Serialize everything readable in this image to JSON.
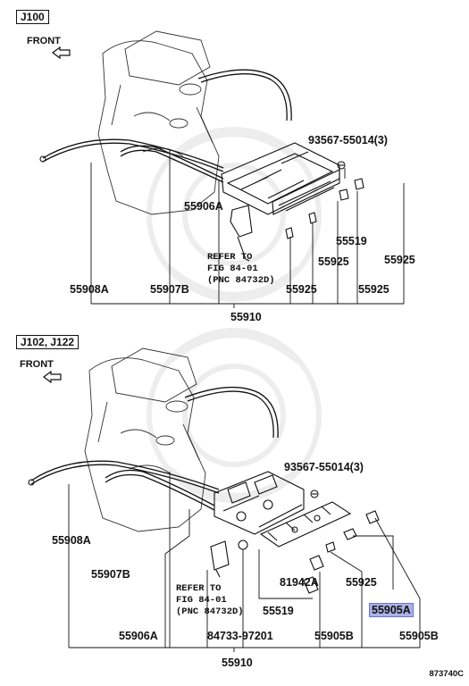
{
  "sections": [
    {
      "tag": "J100",
      "front": "FRONT",
      "refer": [
        "REFER TO",
        "FIG 84-01",
        "(PNC 84732D)"
      ],
      "parts": {
        "clip": "93567-55014(3)",
        "p55906a": "55906A",
        "p55519": "55519",
        "p55925_a": "55925",
        "p55925_b": "55925",
        "p55925_c": "55925",
        "p55925_d": "55925",
        "p55908a": "55908A",
        "p55907b": "55907B",
        "p55910": "55910"
      }
    },
    {
      "tag": "J102, J122",
      "front": "FRONT",
      "refer": [
        "REFER TO",
        "FIG 84-01",
        "(PNC 84732D)"
      ],
      "parts": {
        "clip": "93567-55014(3)",
        "p55908a": "55908A",
        "p55907b": "55907B",
        "p81942a": "81942A",
        "p55925": "55925",
        "p55905a": "55905A",
        "p55906a": "55906A",
        "p84733": "84733-97201",
        "p55519": "55519",
        "p55905b_a": "55905B",
        "p55905b_b": "55905B",
        "p55910": "55910"
      }
    }
  ],
  "highlight_color": "#aab2e6",
  "diagram_code": "873740C"
}
